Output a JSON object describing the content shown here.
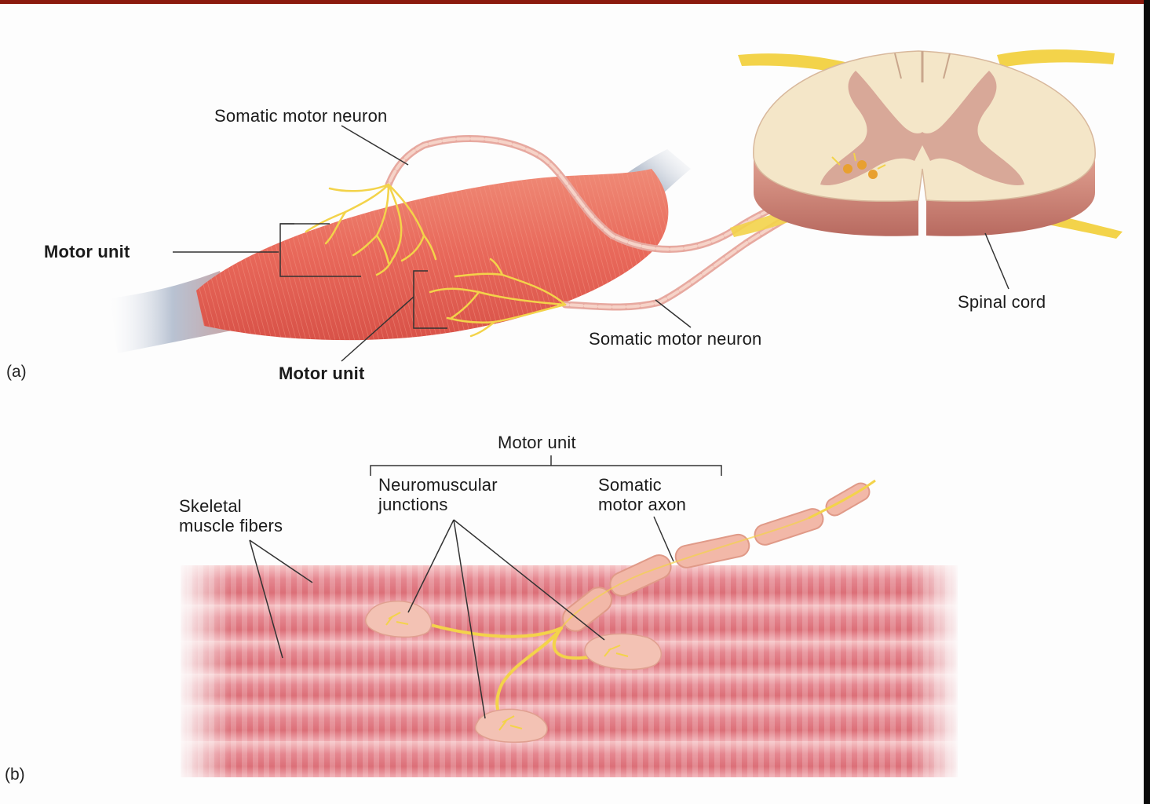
{
  "panel_a": {
    "tag": "(a)",
    "labels": {
      "somatic_motor_neuron_top": "Somatic motor neuron",
      "motor_unit_left": "Motor unit",
      "motor_unit_bottom": "Motor unit",
      "somatic_motor_neuron_bottom": "Somatic motor neuron",
      "spinal_cord": "Spinal cord"
    }
  },
  "panel_b": {
    "tag": "(b)",
    "labels": {
      "motor_unit": "Motor unit",
      "neuromuscular_junctions_line1": "Neuromuscular",
      "neuromuscular_junctions_line2": "junctions",
      "somatic_motor_axon_line1": "Somatic",
      "somatic_motor_axon_line2": "motor axon",
      "skeletal_muscle_fibers_line1": "Skeletal",
      "skeletal_muscle_fibers_line2": "muscle fibers"
    }
  },
  "colors": {
    "frame_top": "#8b1a0e",
    "muscle": "#e8685a",
    "nerve": "#f3d34a",
    "spinal_gray_matter": "#d8a898",
    "spinal_white_matter": "#f4e6c8",
    "muscle_fiber_stripe": "#e07a80"
  }
}
